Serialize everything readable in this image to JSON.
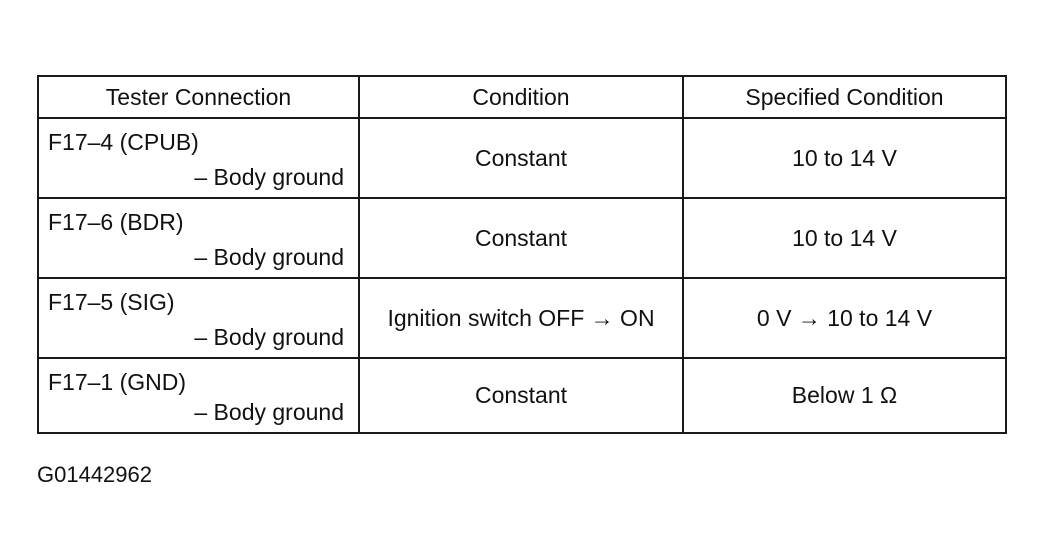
{
  "table": {
    "headers": [
      "Tester Connection",
      "Condition",
      "Specified Condition"
    ],
    "rows": [
      {
        "terminal": "F17–4 (CPUB)",
        "ground": "– Body ground",
        "condition": "Constant",
        "specified": "10 to 14 V"
      },
      {
        "terminal": "F17–6 (BDR)",
        "ground": "– Body ground",
        "condition": "Constant",
        "specified": "10 to 14 V"
      },
      {
        "terminal": "F17–5 (SIG)",
        "ground": "– Body ground",
        "condition": "Ignition switch OFF → ON",
        "specified": "0 V → 10 to 14 V"
      },
      {
        "terminal": "F17–1 (GND)",
        "ground": "– Body ground",
        "condition": "Constant",
        "specified": "Below 1 Ω"
      }
    ]
  },
  "figure_id": "G01442962"
}
